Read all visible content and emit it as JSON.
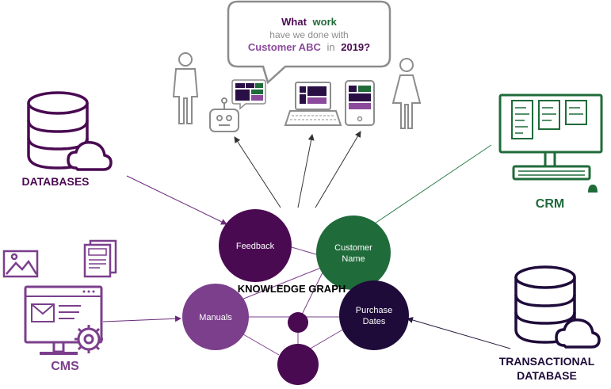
{
  "bubble": {
    "line1_a": "What",
    "line1_b": "work",
    "line2": "have we done with",
    "line3_a": "Customer ABC",
    "line3_b": "in",
    "line3_c": "2019?"
  },
  "sources": {
    "databases": "DATABASES",
    "crm": "CRM",
    "cms": "CMS",
    "transactional_1": "TRANSACTIONAL",
    "transactional_2": "DATABASE"
  },
  "graph": {
    "title": "KNOWLEDGE GRAPH",
    "nodes": {
      "feedback": "Feedback",
      "customer_1": "Customer",
      "customer_2": "Name",
      "manuals": "Manuals",
      "purchase_1": "Purchase",
      "purchase_2": "Dates"
    }
  },
  "colors": {
    "purple_dark": "#4a0a52",
    "purple_mid": "#7b3f8c",
    "purple_node": "#5a1563",
    "green": "#1f6b3a",
    "navy": "#1e0b3a",
    "gray": "#8c8c8c"
  },
  "icons": [
    "person-icon",
    "robot-icon",
    "chat-dashboard-icon",
    "laptop-icon",
    "tablet-icon",
    "database-cloud-icon",
    "crm-monitor-icon",
    "cms-monitor-icon",
    "image-icon",
    "document-icon",
    "gear-icon"
  ]
}
